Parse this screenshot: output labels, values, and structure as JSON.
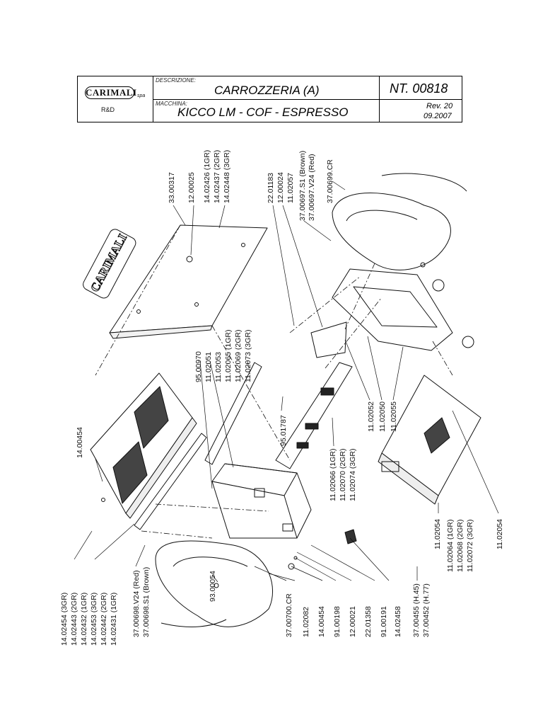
{
  "header": {
    "brand": "CARIMALI",
    "brand_suffix": "spa",
    "department": "R&D",
    "descrizione_label": "DESCRIZIONE:",
    "description": "CARROZZERIA (A)",
    "macchina_label": "MACCHINA:",
    "machine": "KICCO LM - COF - ESPRESSO",
    "doc_number": "NT. 00818",
    "revision": "Rev. 20",
    "date": "09.2007"
  },
  "logo_panel_text": "CARIMALI",
  "part_labels": {
    "top_right": [
      "33.00317",
      "12.00025",
      "14.02426 (1GR)",
      "14.02437 (2GR)",
      "14.02448 (3GR)"
    ],
    "top_mid": [
      "22.01183",
      "12.00024",
      "11.02057",
      "37.00697.S1 (Brown)",
      "37.00697.V24 (Red)",
      "37.00699.CR"
    ],
    "middle": [
      "95.00970",
      "11.02051",
      "11.02053",
      "11.02065 (1GR)",
      "11.02069 (2GR)",
      "11.02073 (3GR)"
    ],
    "screw": "95.01787",
    "frame_bracket": [
      "11.02052",
      "11.02050",
      "11.02055"
    ],
    "center_frame": [
      "11.02066 (1GR)",
      "11.02070 (2GR)",
      "11.02074 (3GR)"
    ],
    "right_bottom": [
      "11.02054",
      "11.02064 (1GR)",
      "11.02068 (2GR)",
      "11.02072 (3GR)",
      "11.02054"
    ],
    "side_panel": "14.00454",
    "bottom_left": [
      "14.02454 (3GR)",
      "14.02443 (2GR)",
      "14.02432 (1GR)",
      "14.02453 (3GR)",
      "14.02442 (2GR)",
      "14.02431 (1GR)",
      "37.00698.V24 (Red)",
      "37.00698.S1 (Brown)",
      "93.00054",
      "37.00700.CR",
      "11.02082",
      "14.00454",
      "91.00198",
      "12.00021",
      "22.01358",
      "91.00191",
      "14.02458",
      "37.00455 (H.45)",
      "37.00452 (H.77)"
    ]
  }
}
